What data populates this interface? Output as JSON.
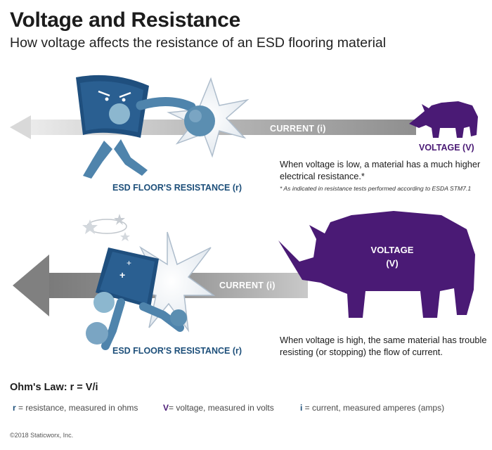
{
  "header": {
    "title": "Voltage and Resistance",
    "subtitle": "How voltage affects the resistance of an ESD flooring material"
  },
  "panel_low": {
    "current_label": "CURRENT (i)",
    "voltage_label": "VOLTAGE (V)",
    "resistance_label": "ESD FLOOR'S RESISTANCE (r)",
    "description_line1": "When voltage is low, a material has a much higher",
    "description_line2": "electrical resistance.*",
    "footnote": "* As indicated in resistance tests performed according to ESDA STM7.1"
  },
  "panel_high": {
    "current_label": "CURRENT (i)",
    "voltage_line1": "VOLTAGE",
    "voltage_line2": "(V)",
    "resistance_label": "ESD FLOOR'S RESISTANCE (r)",
    "description_line1": "When voltage is high, the same material has trouble",
    "description_line2": "resisting (or stopping) the flow of current."
  },
  "formula": {
    "text": "Ohm's Law: r = V/i"
  },
  "legend": {
    "r_symbol": "r",
    "r_text": " = resistance, measured in ohms",
    "v_symbol": "V",
    "v_text": "= voltage, measured in volts",
    "i_symbol": "i",
    "i_text": " = current, measured amperes (amps)"
  },
  "footer": {
    "copyright": "©2018 Staticworx, Inc."
  },
  "colors": {
    "resistance_blue": "#1d4f7a",
    "voltage_purple": "#4a1a75",
    "current_gray": "#8a8a8a"
  }
}
